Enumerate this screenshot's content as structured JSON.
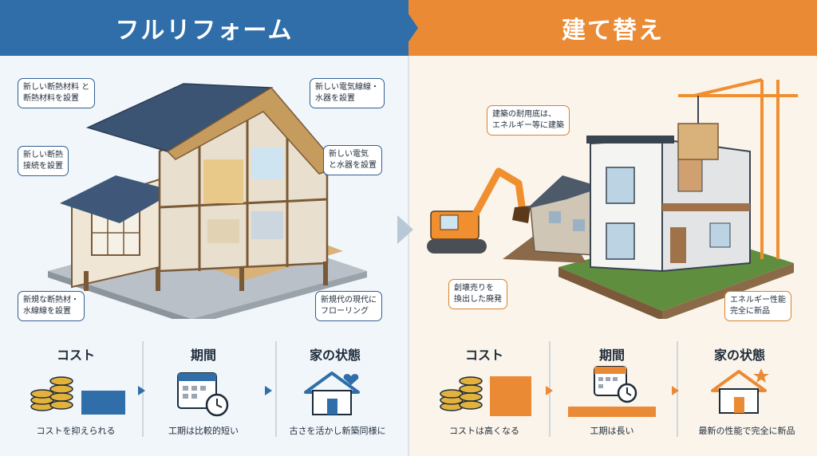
{
  "left_title": "フルリフォーム",
  "right_title": "建て替え",
  "left_callouts": [
    [
      "新しい断熱材料 と",
      "断熱材料を設置"
    ],
    [
      "新しい電気線線・",
      "水器を設置"
    ],
    [
      "新しい断熱",
      "接続を設置"
    ],
    [
      "新しい電気",
      "と水器を設置"
    ],
    [
      "新規な断熱材・",
      "水線線を設置"
    ],
    [
      "新規代の現代に",
      "フローリング"
    ]
  ],
  "right_callouts": [
    [
      "建築の耐用底は、",
      "エネルギー等に建築"
    ],
    [
      "創壊売りを",
      "換出した廃発"
    ],
    [
      "エネルギー性能",
      "完全に新品"
    ]
  ],
  "left_sections": [
    {
      "title": "コスト",
      "caption": "コストを抑えられる"
    },
    {
      "title": "期間",
      "caption": "工期は比較的短い"
    },
    {
      "title": "家の状態",
      "caption": "古さを活かし新築同様に"
    }
  ],
  "right_sections": [
    {
      "title": "コスト",
      "caption": "コストは高くなる"
    },
    {
      "title": "期間",
      "caption": "工期は長い"
    },
    {
      "title": "家の状態",
      "caption": "最新の性能で完全に新品"
    }
  ],
  "icons": {
    "coins": "coins-icon",
    "calendar": "calendar-clock-icon",
    "house": "house-heart-icon",
    "house_star": "house-star-icon"
  },
  "colors": {
    "blue": "#2f6ea9",
    "orange": "#ea8a35",
    "dark": "#1d2b3a"
  }
}
